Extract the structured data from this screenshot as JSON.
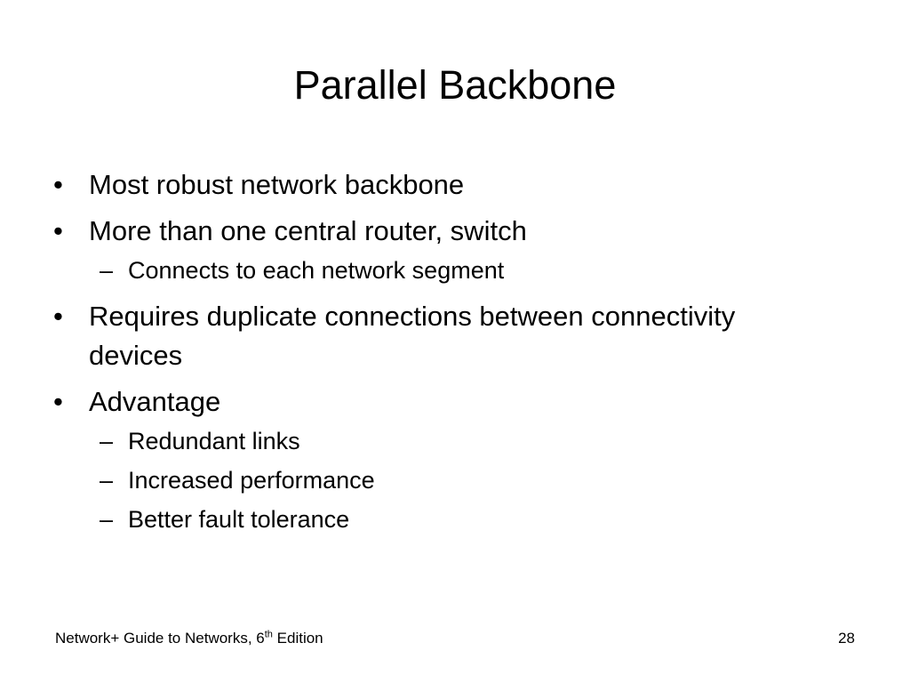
{
  "slide": {
    "title": "Parallel Backbone",
    "bullets": [
      {
        "level": 1,
        "marker": "•",
        "text": "Most robust network backbone"
      },
      {
        "level": 1,
        "marker": "•",
        "text": "More than one central router, switch"
      },
      {
        "level": 2,
        "marker": "–",
        "text": "Connects to each network segment"
      },
      {
        "level": 1,
        "marker": "•",
        "text": "Requires duplicate connections between connectivity devices"
      },
      {
        "level": 1,
        "marker": "•",
        "text": "Advantage"
      },
      {
        "level": 2,
        "marker": "–",
        "text": "Redundant links"
      },
      {
        "level": 2,
        "marker": "–",
        "text": "Increased performance"
      },
      {
        "level": 2,
        "marker": "–",
        "text": "Better fault tolerance"
      }
    ]
  },
  "footer": {
    "book_prefix": "Network+ Guide to Networks, 6",
    "book_superscript": "th",
    "book_suffix": " Edition",
    "page_number": "28"
  }
}
